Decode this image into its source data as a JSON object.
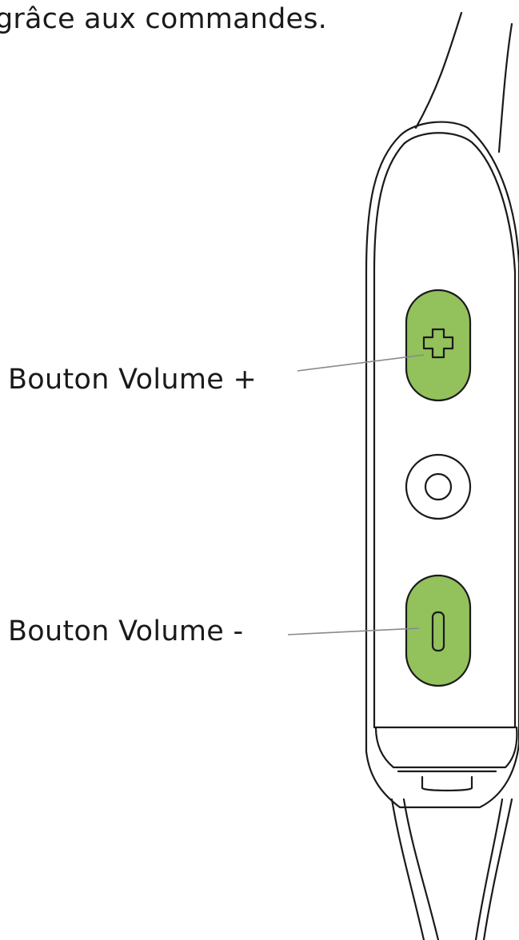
{
  "intro": {
    "text": "grâce aux commandes."
  },
  "callouts": {
    "volume_up": "Bouton Volume +",
    "volume_down": "Bouton Volume -"
  },
  "colors": {
    "button_fill": "#93c15c",
    "outline": "#1a1a1a",
    "leader_line": "#8a8a8a"
  },
  "icons": {
    "volume_up": "plus-icon",
    "volume_down": "minus-icon",
    "multifunction": "circle-button-icon"
  }
}
